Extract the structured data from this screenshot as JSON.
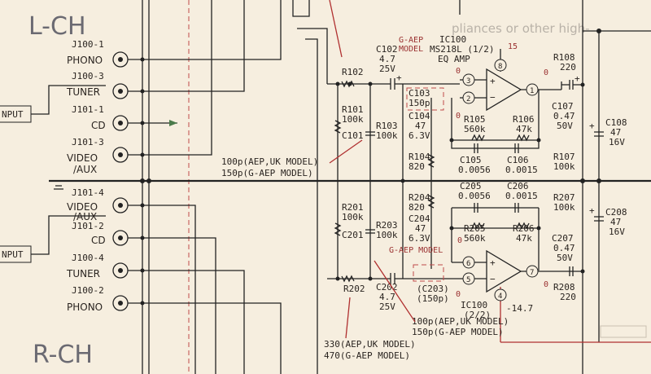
{
  "channels": {
    "left": "L-CH",
    "right": "R-CH"
  },
  "faded_text": "pliances or other high-",
  "left_labels": [
    {
      "id": "j100-1",
      "ref": "J100-1",
      "name": "PHONO"
    },
    {
      "id": "j100-3",
      "ref": "J100-3",
      "name": "TUNER"
    },
    {
      "id": "j101-1",
      "ref": "J101-1",
      "name": "CD"
    },
    {
      "id": "j101-3",
      "ref": "J101-3",
      "name": "VIDEO\n/AUX"
    },
    {
      "id": "j101-4",
      "ref": "J101-4",
      "name": "VIDEO\n/AUX"
    },
    {
      "id": "j101-2",
      "ref": "J101-2",
      "name": "CD"
    },
    {
      "id": "j100-4",
      "ref": "J100-4",
      "name": "TUNER"
    },
    {
      "id": "j100-2",
      "ref": "J100-2",
      "name": "PHONO"
    }
  ],
  "input_boxes": [
    "NPUT",
    "NPUT"
  ],
  "components": {
    "r102": "R102",
    "c102": [
      "C102",
      "4.7",
      "25V"
    ],
    "r101": [
      "R101",
      "100k"
    ],
    "c101": "C101",
    "r103": [
      "R103",
      "100k"
    ],
    "c103": [
      "C103",
      "150p"
    ],
    "c104": [
      "C104",
      "47",
      "6.3V"
    ],
    "r104": [
      "R104",
      "820"
    ],
    "c100_model": [
      "G-AEP",
      "MODEL"
    ],
    "ic100": [
      "IC100",
      "MS218L (1/2)",
      "EQ AMP"
    ],
    "r105": [
      "R105",
      "560k"
    ],
    "r106": [
      "R106",
      "47k"
    ],
    "c105": [
      "C105",
      "0.0056"
    ],
    "c106": [
      "C106",
      "0.0015"
    ],
    "c107": [
      "C107",
      "0.47",
      "50V"
    ],
    "r107": [
      "R107",
      "100k"
    ],
    "r108": [
      "R108",
      "220"
    ],
    "c108": [
      "C108",
      "47",
      "16V"
    ],
    "c101_note": [
      "100p(AEP,UK MODEL)",
      "150p(G-AEP MODEL)"
    ],
    "r201": [
      "R201",
      "100k"
    ],
    "c201": "C201",
    "r203": [
      "R203",
      "100k"
    ],
    "r202": "R202",
    "c202": [
      "C202",
      "4.7",
      "25V"
    ],
    "r204": [
      "R204",
      "820"
    ],
    "c204": [
      "C204",
      "47",
      "6.3V"
    ],
    "c203": [
      "(C203)",
      "(150p)"
    ],
    "c203_model": "G-AEP MODEL",
    "c205": [
      "C205",
      "0.0056"
    ],
    "c206": [
      "C206",
      "0.0015"
    ],
    "r205": [
      "R205",
      "560k"
    ],
    "r206": [
      "R206",
      "47k"
    ],
    "c207": [
      "C207",
      "0.47",
      "50V"
    ],
    "r207": [
      "R207",
      "100k"
    ],
    "r208": [
      "R208",
      "220"
    ],
    "c208": [
      "C208",
      "47",
      "16V"
    ],
    "ic100b": [
      "IC100",
      "(2/2)"
    ],
    "c201_note": [
      "100p(AEP,UK MODEL)",
      "150p(G-AEP MODEL)"
    ],
    "r202_note": [
      "330(AEP,UK MODEL)",
      "470(G-AEP MODEL)"
    ]
  },
  "pins": {
    "top": {
      "p8": "8",
      "p15": "15",
      "p3": "3",
      "p2": "2",
      "p1": "1",
      "v3": "0",
      "v2": "0",
      "v1": "0"
    },
    "bot": {
      "p6": "6",
      "p5": "5",
      "p7": "7",
      "p4": "4",
      "neg": "-14.7",
      "v6": "0",
      "v5": "0",
      "v7": "0"
    }
  }
}
